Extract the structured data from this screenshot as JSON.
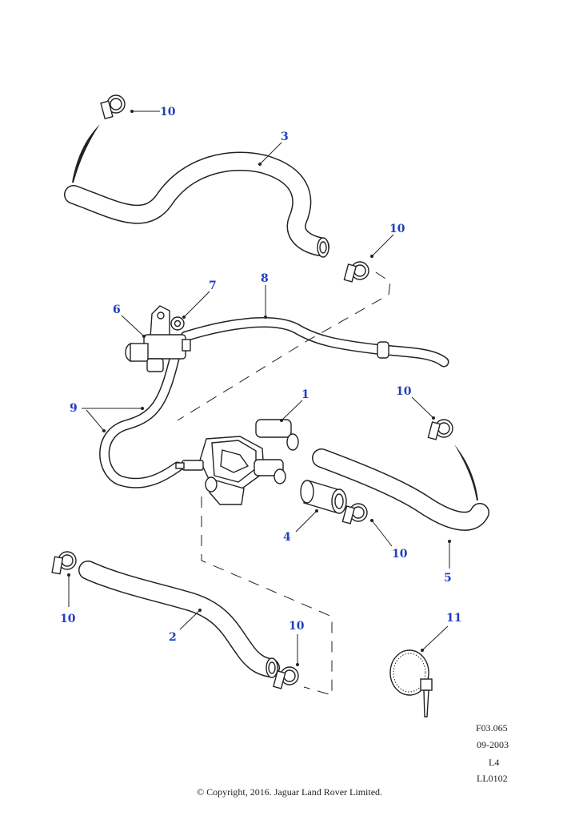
{
  "callouts": {
    "c1": "1",
    "c2": "2",
    "c3": "3",
    "c4": "4",
    "c5": "5",
    "c6": "6",
    "c7": "7",
    "c8": "8",
    "c9": "9",
    "c10": "10",
    "c11": "11"
  },
  "reference": {
    "figure": "F03.065",
    "date": "09-2003",
    "level": "L4",
    "code": "LL0102"
  },
  "copyright": "© Copyright, 2016. Jaguar Land Rover Limited.",
  "colors": {
    "callout_text": "#1f3fbf",
    "line_art": "#222222",
    "background": "#ffffff"
  }
}
